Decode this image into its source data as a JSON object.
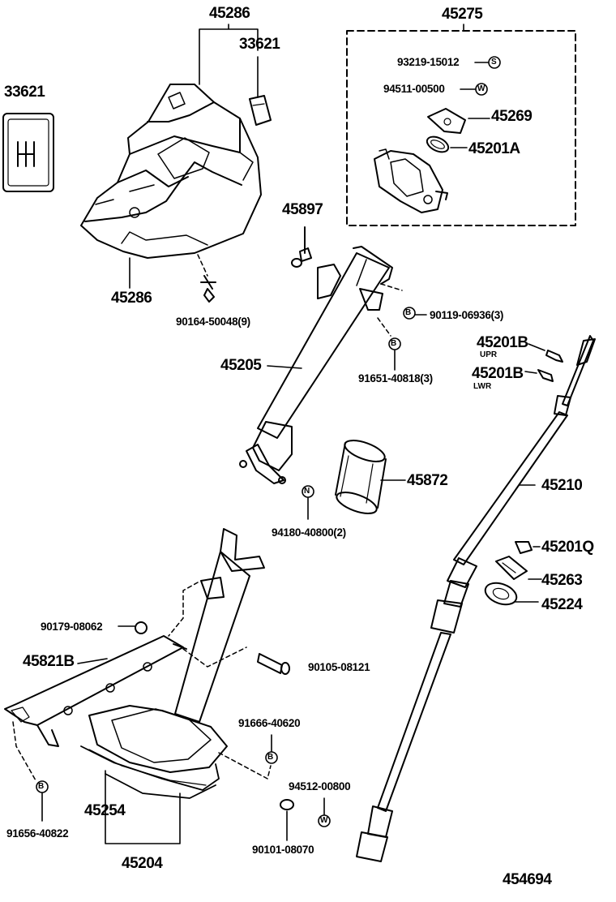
{
  "diagram_id": "454694",
  "parts": {
    "p45286_top": "45286",
    "p33621_a": "33621",
    "p33621_b": "33621",
    "p45286_bot": "45286",
    "p90164": "90164-50048(9)",
    "p45275": "45275",
    "p93219": "93219-15012",
    "p94511": "94511-00500",
    "p45269": "45269",
    "p45201A": "45201A",
    "p45897": "45897",
    "p90119": "90119-06936(3)",
    "p45205": "45205",
    "p91651": "91651-40818(3)",
    "p45201B_u": "45201B",
    "p45201B_u_note": "UPR",
    "p45201B_l": "45201B",
    "p45201B_l_note": "LWR",
    "p45872": "45872",
    "p45210": "45210",
    "p94180": "94180-40800(2)",
    "p45201Q": "45201Q",
    "p45263": "45263",
    "p45224": "45224",
    "p90179": "90179-08062",
    "p45821B": "45821B",
    "p90105": "90105-08121",
    "p91666": "91666-40620",
    "p45254": "45254",
    "p94512": "94512-00800",
    "p45204": "45204",
    "p91656": "91656-40822",
    "p90101": "90101-08070"
  },
  "symbols": {
    "s_letter": "S",
    "w_letter": "W",
    "b_letter": "B",
    "n_letter": "N"
  }
}
